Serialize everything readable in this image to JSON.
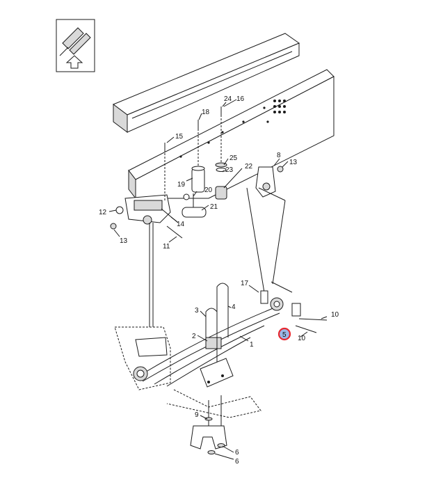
{
  "accent_color": "#e8282f",
  "highlight_fill": "#9bb8e6",
  "orientation_icon": "front-direction-arrow-icon",
  "callouts": {
    "c1": "1",
    "c2": "2",
    "c3": "3",
    "c4": "4",
    "c5": "5",
    "c6a": "6",
    "c6b": "6",
    "c8": "8",
    "c9": "9",
    "c10a": "10",
    "c10b": "10",
    "c11": "11",
    "c12": "12",
    "c13a": "13",
    "c13b": "13",
    "c14": "14",
    "c15": "15",
    "c16": "16",
    "c17": "17",
    "c18": "18",
    "c19": "19",
    "c20": "20",
    "c21": "21",
    "c22": "22",
    "c23": "23",
    "c24": "24",
    "c25": "25"
  },
  "highlighted_callout": "5"
}
